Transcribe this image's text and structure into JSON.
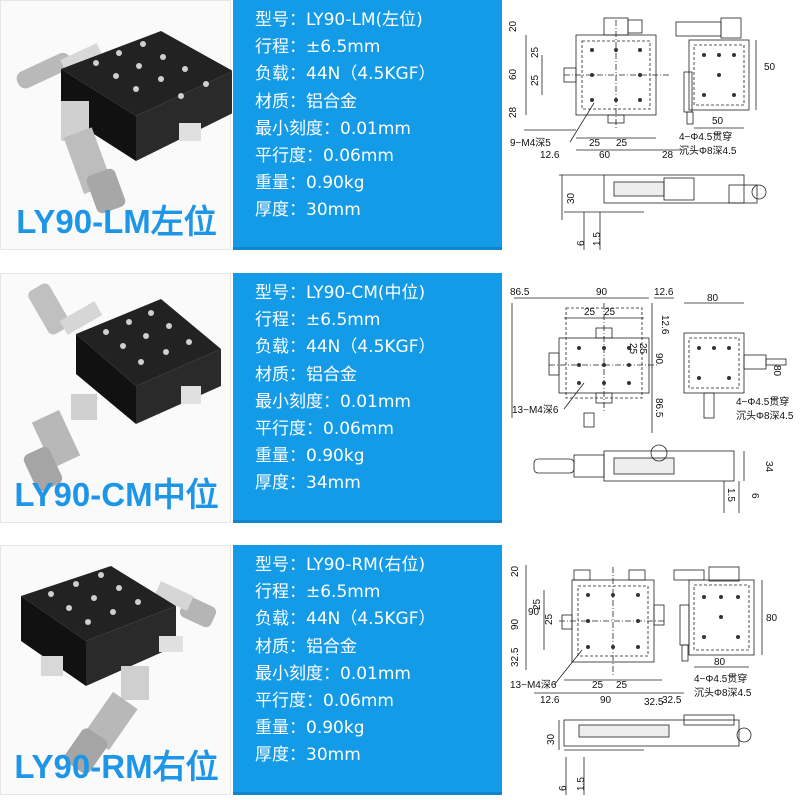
{
  "products": [
    {
      "title": "LY90-LM左位",
      "specs": [
        "型号：LY90-LM(左位)",
        "行程：±6.5mm",
        "负载：44N（4.5KGF）",
        "材质：铝合金",
        "最小刻度：0.01mm",
        "平行度：0.06mm",
        "重量：0.90kg",
        "厚度：30mm"
      ],
      "drawing": {
        "top": [
          "20",
          "60",
          "28"
        ],
        "side": [
          "25",
          "25",
          "60",
          "50",
          "28"
        ],
        "bottom": [
          "12.6",
          "25",
          "25",
          "60",
          "28",
          "50"
        ],
        "note1": "9−M4深5",
        "note2": "4−Φ4.5贯穿",
        "note3": "沉头Φ8深4.5",
        "height": [
          "30",
          "6",
          "1.5"
        ]
      }
    },
    {
      "title": "LY90-CM中位",
      "specs": [
        "型号：LY90-CM(中位)",
        "行程：±6.5mm",
        "负载：44N（4.5KGF）",
        "材质：铝合金",
        "最小刻度：0.01mm",
        "平行度：0.06mm",
        "重量：0.90kg",
        "厚度：34mm"
      ],
      "drawing": {
        "top": [
          "86.5",
          "90",
          "12.6",
          "80",
          "25",
          "25"
        ],
        "side": [
          "12.6",
          "25",
          "25",
          "90",
          "86.5",
          "80"
        ],
        "note1": "13−M4深6",
        "note2": "4−Φ4.5贯穿",
        "note3": "沉头Φ8深4.5",
        "height": [
          "34",
          "1.5",
          "6"
        ]
      }
    },
    {
      "title": "LY90-RM右位",
      "specs": [
        "型号：LY90-RM(右位)",
        "行程：±6.5mm",
        "负载：44N（4.5KGF）",
        "材质：铝合金",
        "最小刻度：0.01mm",
        "平行度：0.06mm",
        "重量：0.90kg",
        "厚度：30mm"
      ],
      "drawing": {
        "top": [
          "20",
          "90",
          "32.5"
        ],
        "side": [
          "25",
          "25",
          "90",
          "80",
          "32.5"
        ],
        "bottom": [
          "25",
          "25",
          "12.6",
          "90",
          "32.5",
          "80"
        ],
        "note1": "13−M4深6",
        "note2": "4−Φ4.5贯穿",
        "note3": "沉头Φ8深4.5",
        "height": [
          "30",
          "6",
          "1.5"
        ]
      }
    }
  ],
  "colors": {
    "accent": "#139be8",
    "title": "#1e96e8",
    "stage": "#1c1c1c",
    "metal": "#c8c8c8"
  }
}
